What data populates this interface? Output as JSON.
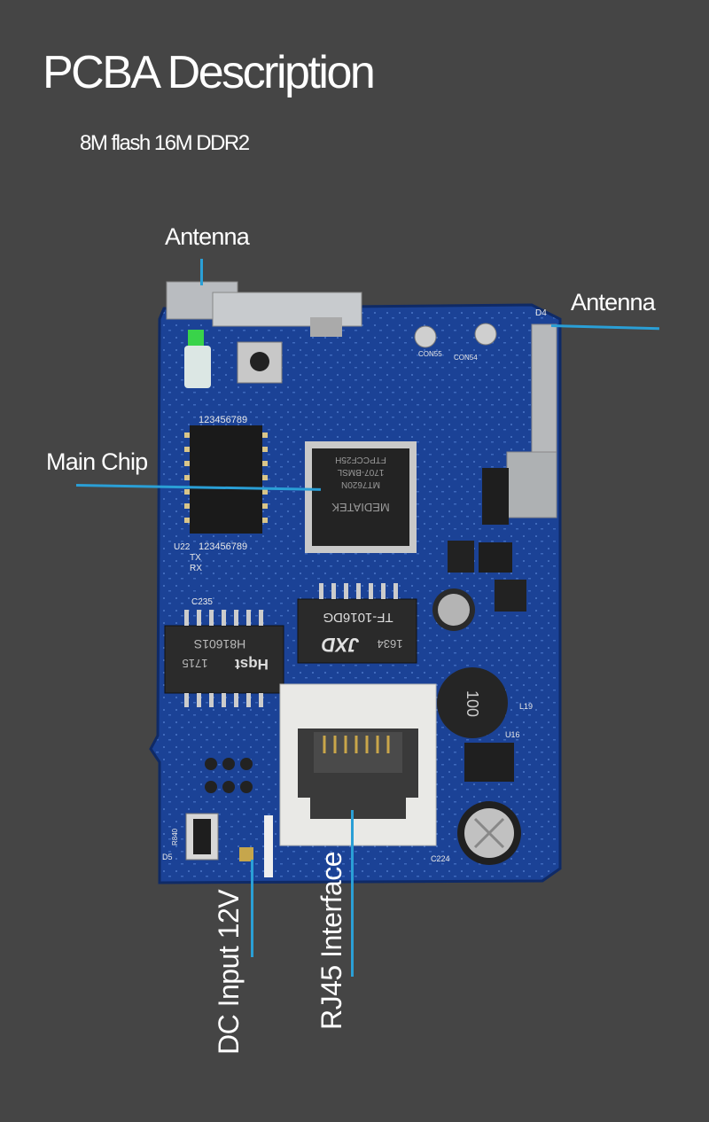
{
  "page": {
    "title": "PCBA Description",
    "subtitle": "8M flash 16M DDR2"
  },
  "callouts": {
    "antenna_top": "Antenna",
    "antenna_right": "Antenna",
    "main_chip": "Main Chip",
    "dc_input": "DC Input 12V",
    "rj45": "RJ45 Interface"
  },
  "board_markings": {
    "main_chip_brand": "MEDIATEK",
    "main_chip_model": "MT7620N",
    "main_chip_code": "1707-BMSL",
    "main_chip_lot": "FTPCCF25H",
    "transformer_1_model": "H81601S",
    "transformer_1_date": "1715",
    "transformer_1_brand": "Hqst",
    "transformer_2_brand": "JXD",
    "transformer_2_model": "TF-1016DG",
    "transformer_2_date": "1634",
    "inductor_value": "100",
    "pin_numbers": "123456789",
    "silk_d4": "D4",
    "silk_con55": "CON55",
    "silk_con54": "CON54",
    "silk_u22": "U22",
    "silk_c235": "C235",
    "silk_c224": "C224",
    "silk_l19": "L19",
    "silk_u16": "U16",
    "silk_r840": "R840",
    "silk_d5": "D5",
    "silk_tx": "TX",
    "silk_rx": "RX"
  },
  "colors": {
    "background": "#454545",
    "pcb": "#1a3f8c",
    "callout_line": "#2a9fd6",
    "text": "#ffffff"
  }
}
